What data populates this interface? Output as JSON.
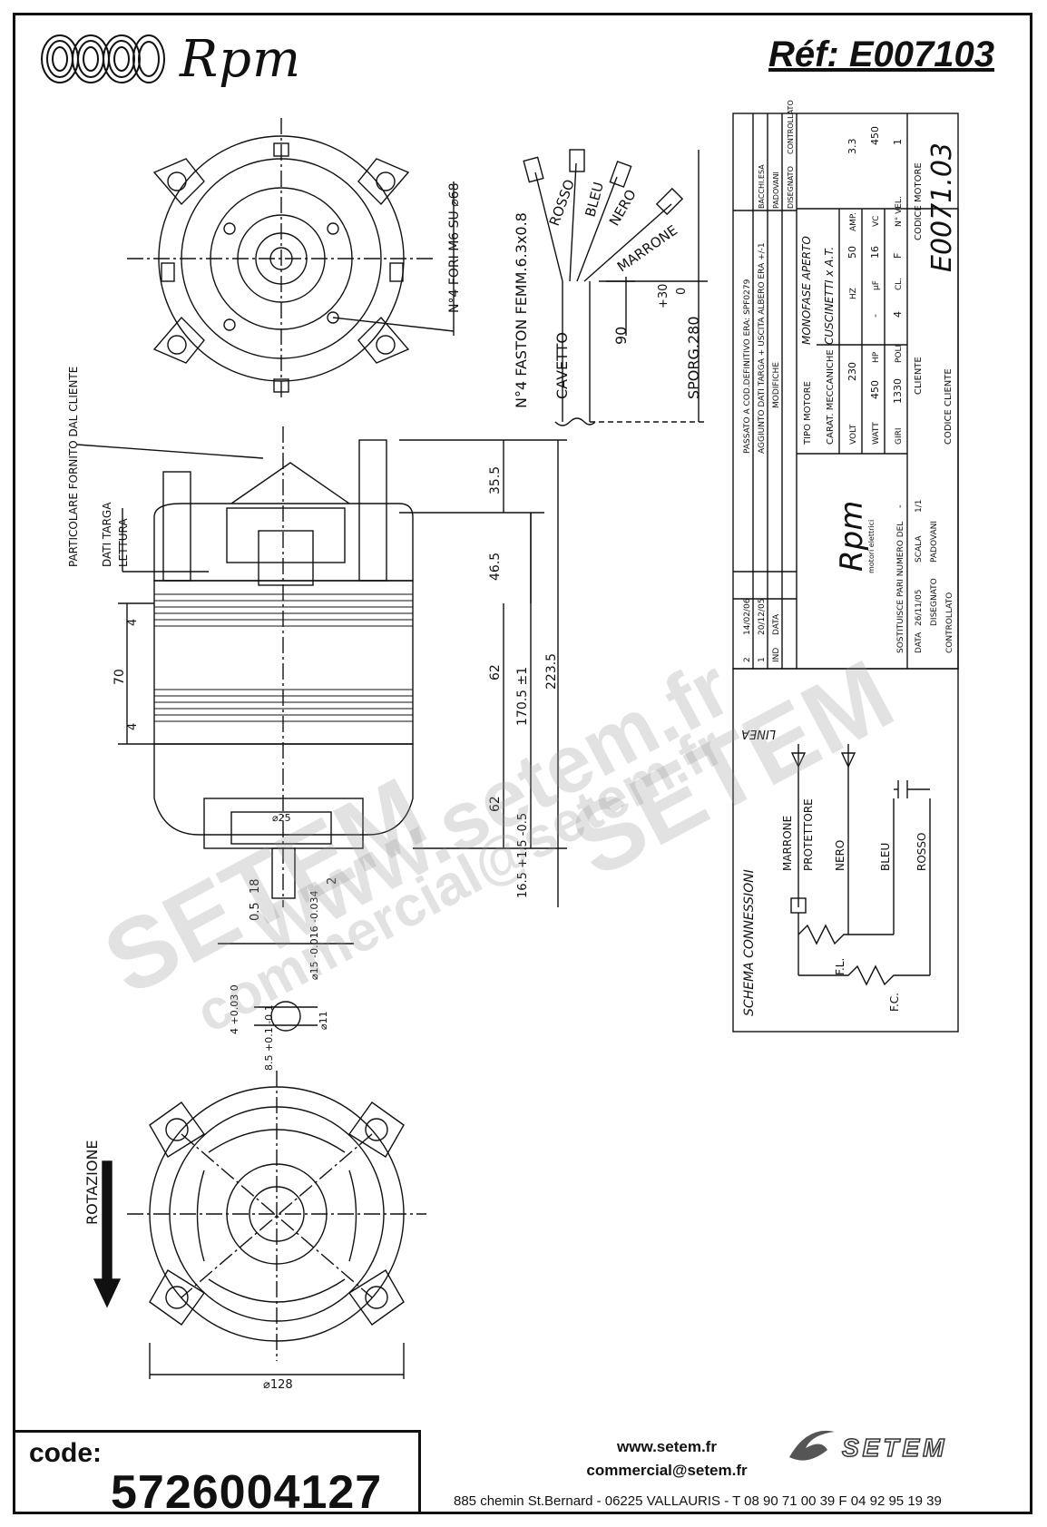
{
  "header": {
    "brand": "Rpm",
    "reference": "Réf:  E007103"
  },
  "top_drawing": {
    "mounting_note": "N°4 FORI M6 SU ⌀68",
    "faston_note": "N°4 FASTON FEMM.6.3x0.8",
    "cable_label": "CAVETTO",
    "cable_length": "90",
    "protrusion_label": "SPORG.280",
    "protrusion_tolerance_plus": "+30",
    "protrusion_tolerance_minus": "0",
    "wire_labels": [
      "ROSSO",
      "BLEU",
      "NERO",
      "MARRONE"
    ]
  },
  "side_view": {
    "supplied_part_label": "PARTICOLARE FORNITO DAL CLIENTE",
    "data_plate_label": "DATI TARGA",
    "reading_label": "LETTURA",
    "dimensions": [
      "35.5",
      "46.5",
      "62",
      "170.5 ±1",
      "223.5",
      "62",
      "16.5 +1.5 -0.5",
      "70",
      "4",
      "4",
      "18",
      "2",
      "0.5",
      "⌀25",
      "⌀15 -0.016 -0.034",
      "⌀11",
      "4 +0.03 0",
      "8.5 +0.1 -0.1"
    ]
  },
  "bottom_view": {
    "rotation_label": "ROTAZIONE",
    "diameter_label": "⌀128"
  },
  "title_block": {
    "revisions": [
      {
        "rev": "2",
        "date": "14/02/06",
        "description": "PASSATO A COD.DEFINITIVO ERA: SPF0279",
        "drawn": "BACCHI.ESA",
        "checked": ""
      },
      {
        "rev": "1",
        "date": "20/12/05",
        "description": "AGGIUNTO DATI TARGA + USCITA ALBERO ERA +/-1",
        "drawn": "PADOVANI",
        "checked": ""
      },
      {
        "rev": "IND",
        "date": "DATA",
        "description": "MODIFICHE",
        "drawn": "DISEGNATO",
        "checked": "CONTROLLATO"
      }
    ],
    "motor_type_label": "TIPO MOTORE",
    "motor_type": "MONOFASE APERTO",
    "mech_label": "CARAT. MECCANICHE",
    "mech_value": "CUSCINETTI x A.T.",
    "specs": [
      {
        "k": "VOLT",
        "v": "230"
      },
      {
        "k": "HZ",
        "v": "50"
      },
      {
        "k": "AMP.",
        "v": "3.3"
      },
      {
        "k": "WATT",
        "v": "450"
      },
      {
        "k": "HP",
        "v": "-"
      },
      {
        "k": "µF",
        "v": "16"
      },
      {
        "k": "VC",
        "v": "450"
      },
      {
        "k": "GIRI",
        "v": "1330"
      },
      {
        "k": "POLI",
        "v": "4"
      },
      {
        "k": "CL.",
        "v": "F"
      },
      {
        "k": "N° VEL.",
        "v": "1"
      }
    ],
    "motor_code_label": "CODICE MOTORE",
    "motor_code": "E0071.03",
    "client_label": "CLIENTE",
    "client_code_label": "CODICE CLIENTE",
    "replaces_label": "SOSTITUISCE PARI NUMERO DEL",
    "replaces_value": "-",
    "date_label": "DATA",
    "date_value": "26/11/05",
    "scale_label": "SCALA",
    "scale_value": "1/1",
    "drawn_label": "DISEGNATO",
    "drawn_value": "PADOVANI",
    "checked_label": "CONTROLLATO",
    "company": "Rpm",
    "company_sub": "motori elettrici"
  },
  "schema": {
    "title": "SCHEMA CONNESSIONI",
    "line_label": "LINEA",
    "wires": [
      "MARRONE",
      "PROTETTORE",
      "NERO",
      "BLEU",
      "ROSSO"
    ],
    "fl_label": "F.L.",
    "fc_label": "F.C."
  },
  "watermarks": [
    "www.setem.fr",
    "SETEM",
    "SETEM",
    "commercial@setem.fr"
  ],
  "footer": {
    "code_label": "code:",
    "code_value": "5726004127",
    "website": "www.setem.fr",
    "email": "commercial@setem.fr",
    "address": "885 chemin St.Bernard  -  06225 VALLAURIS  -  T 08 90 71 00 39   F 04 92 95 19 39",
    "setem_logo_text": "SETEM"
  }
}
